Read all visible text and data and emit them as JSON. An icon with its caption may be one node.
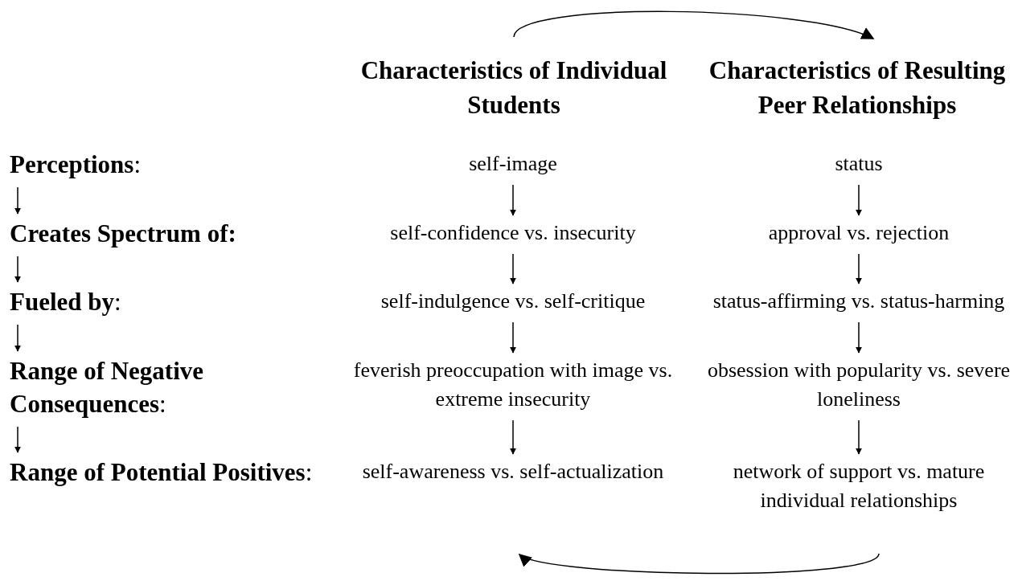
{
  "diagram": {
    "nodes": [
      {
        "text": [
          "Characteristics of Individual Students"
        ]
      },
      {
        "text": [
          "Characteristics of Resulting Peer Relationships"
        ]
      },
      {
        "text": [
          "**Perceptions**:"
        ]
      },
      {
        "text": [
          "self-image"
        ]
      },
      {
        "text": [
          "status"
        ]
      },
      {
        "text": [
          "**Creates Spectrum of:**"
        ]
      },
      {
        "text": [
          "self-confidence vs. insecurity"
        ]
      },
      {
        "text": [
          "approval vs. rejection"
        ]
      },
      {
        "text": [
          "**Fueled by**:"
        ]
      },
      {
        "text": [
          "self-indulgence vs. self-critique"
        ]
      },
      {
        "text": [
          "status-affirming vs. status-harming"
        ]
      },
      {
        "text": [
          "**Range of Negative Consequences**:"
        ]
      },
      {
        "text": [
          "feverish preoccupation with image vs. extreme insecurity"
        ]
      },
      {
        "text": [
          "obsession with popularity vs. severe loneliness"
        ]
      },
      {
        "text": [
          "**Range of Potential Positives**:"
        ]
      },
      {
        "text": [
          "self-awareness vs. self-actualization"
        ]
      },
      {
        "text": [
          "network of support vs. mature individual relationships"
        ]
      }
    ],
    "edges": [
      {
        "from": 0,
        "to": 1,
        "arrow": "to"
      },
      {
        "from": 2,
        "to": 5,
        "arrow": "to"
      },
      {
        "from": 3,
        "to": 6,
        "arrow": "to"
      },
      {
        "from": 4,
        "to": 7,
        "arrow": "to"
      },
      {
        "from": 5,
        "to": 8,
        "arrow": "to"
      },
      {
        "from": 6,
        "to": 9,
        "arrow": "to"
      },
      {
        "from": 7,
        "to": 10,
        "arrow": "to"
      },
      {
        "from": 8,
        "to": 11,
        "arrow": "to"
      },
      {
        "from": 9,
        "to": 12,
        "arrow": "to"
      },
      {
        "from": 10,
        "to": 13,
        "arrow": "to"
      },
      {
        "from": 11,
        "to": 14,
        "arrow": "to"
      },
      {
        "from": 12,
        "to": 15,
        "arrow": "to"
      },
      {
        "from": 13,
        "to": 16,
        "arrow": "to"
      },
      {
        "from": 16,
        "to": 15,
        "arrow": "to"
      }
    ]
  }
}
